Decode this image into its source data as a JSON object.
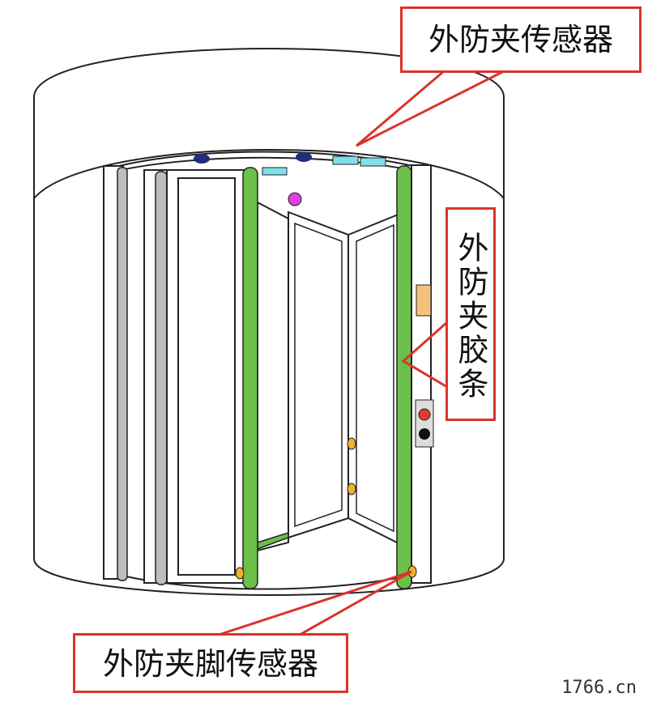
{
  "labels": {
    "outer_anti_pinch_sensor": "外防夹传感器",
    "outer_anti_pinch_strip": "外防夹胶条",
    "outer_anti_pinch_foot_sensor": "外防夹脚传感器"
  },
  "watermark": "1766.cn",
  "colors": {
    "callout_border": "#d9342b",
    "rubber_strip": "#6cc04a",
    "sensor": "#7fe0ec",
    "gray_post": "#bdbdbd",
    "indicator_purple": "#e040e0",
    "indicator_navy": "#1f2d7a",
    "foot_sensor": "#f0b030",
    "panel": "#f4c27a",
    "button_red": "#e23b2a"
  }
}
